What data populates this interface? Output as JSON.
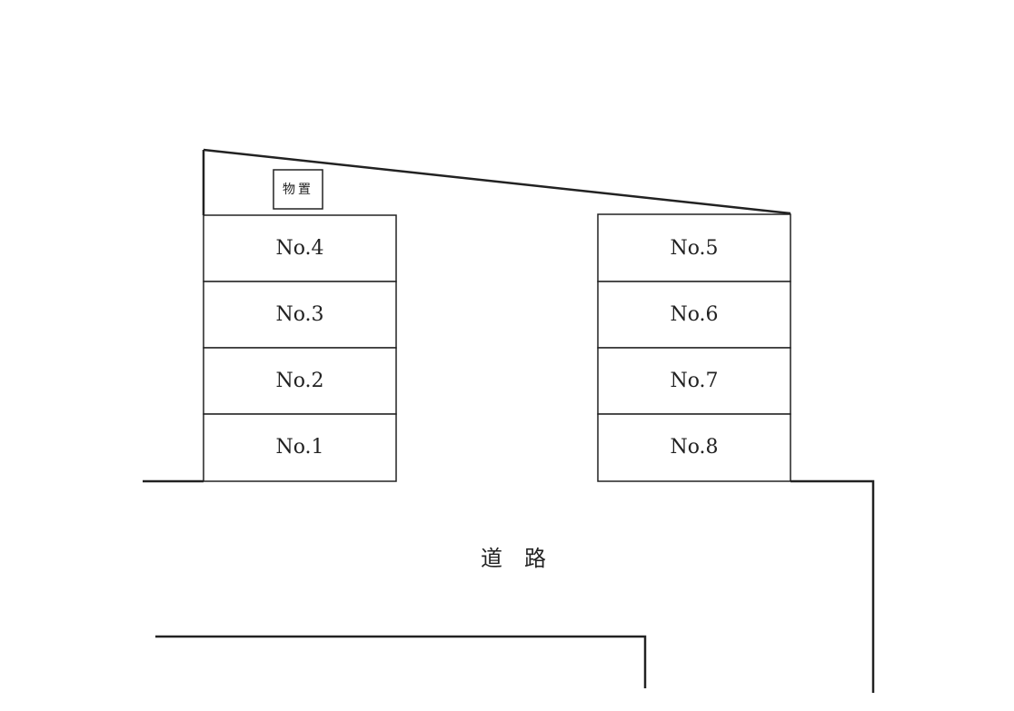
{
  "diagram": {
    "storage": {
      "label": "物置"
    },
    "left_row": [
      {
        "label": "No.4"
      },
      {
        "label": "No.3"
      },
      {
        "label": "No.2"
      },
      {
        "label": "No.1"
      }
    ],
    "right_row": [
      {
        "label": "No.5"
      },
      {
        "label": "No.6"
      },
      {
        "label": "No.7"
      },
      {
        "label": "No.8"
      }
    ],
    "road": {
      "label": "道　路"
    },
    "colors": {
      "line": "#222222",
      "background": "#ffffff"
    }
  }
}
